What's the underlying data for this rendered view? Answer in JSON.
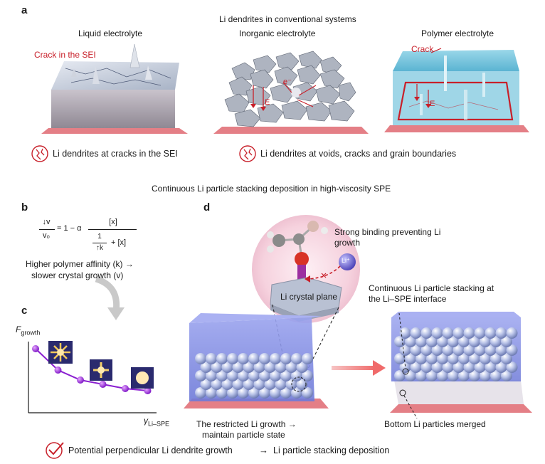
{
  "panel_a": {
    "letter": "a",
    "header": "Li dendrites in conventional systems",
    "liquid": "Liquid electrolyte",
    "inorganic": "Inorganic electrolyte",
    "polymer": "Polymer electrolyte",
    "crack_sei": "Crack in the SEI",
    "crack": "Crack",
    "e_minus": "e⁻",
    "field_a": "E",
    "field_b": "E",
    "note_left": "Li dendrites at cracks in the SEI",
    "note_right": "Li dendrites at voids, cracks and grain boundaries"
  },
  "middle_header": "Continuous Li particle stacking deposition in high-viscosity SPE",
  "panel_b": {
    "letter": "b",
    "eq_v_num": "↓v",
    "eq_v_den": "v₀",
    "eq_body": "= 1 − α",
    "eq_x": "[x]",
    "eq_one": "1",
    "eq_k": "↑k",
    "eq_plus": "+ [x]",
    "caption_line1": "Higher polymer affinity (k) →",
    "caption_line2": "slower crystal growth (v)"
  },
  "panel_c": {
    "letter": "c",
    "ylabel_main": "F",
    "ylabel_sub": "growth",
    "xlabel_main": "γ",
    "xlabel_sub": "Li–SPE"
  },
  "panel_d": {
    "letter": "d",
    "binding_line1": "Strong binding preventing Li",
    "binding_line2": "growth",
    "li_ion": "Li⁺",
    "crystal_plane": "Li crystal plane",
    "stacking_line1": "Continuous Li particle stacking at",
    "stacking_line2": "the Li–SPE interface",
    "restricted_line1": "The restricted Li growth →",
    "restricted_line2": "maintain particle state",
    "merged": "Bottom Li particles merged"
  },
  "footer": {
    "left": "Potential perpendicular Li dendrite growth",
    "arrow": "→",
    "right": "Li particle stacking deposition"
  },
  "chart_data": {
    "type": "line",
    "x": [
      1,
      2,
      3,
      4,
      5,
      6
    ],
    "values": [
      0.9,
      0.6,
      0.46,
      0.4,
      0.34,
      0.31
    ],
    "xlabel": "γLi–SPE",
    "ylabel": "Fgrowth",
    "grid": false
  },
  "colors": {
    "accent_red": "#c8202a",
    "marker_purple": "#8a1fd0",
    "electrolyte_blue": "#8d96e6",
    "substrate_pink": "#e88a8e"
  }
}
